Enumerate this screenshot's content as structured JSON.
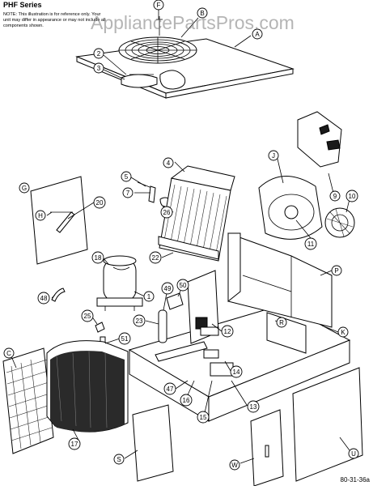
{
  "series_title": "PHF Series",
  "note": "NOTE: This illustration is for reference only. Your unit may differ in appearance or may not include all components shown.",
  "watermark": "AppliancePartsPros.com",
  "drawing_number": "80-31-36a",
  "callouts": {
    "F": "F",
    "B": "B",
    "A": "A",
    "2": "2",
    "3": "3",
    "G": "G",
    "H": "H",
    "20": "20",
    "5": "5",
    "7": "7",
    "4": "4",
    "26": "26",
    "J": "J",
    "9": "9",
    "10": "10",
    "11": "11",
    "22": "22",
    "18": "18",
    "1": "1",
    "49": "49",
    "50": "50",
    "48": "48",
    "P": "P",
    "25": "25",
    "23": "23",
    "51": "51",
    "R": "R",
    "K": "K",
    "12": "12",
    "C": "C",
    "47": "47",
    "16": "16",
    "14": "14",
    "13": "13",
    "15": "15",
    "17": "17",
    "S": "S",
    "W": "W",
    "U": "U"
  }
}
